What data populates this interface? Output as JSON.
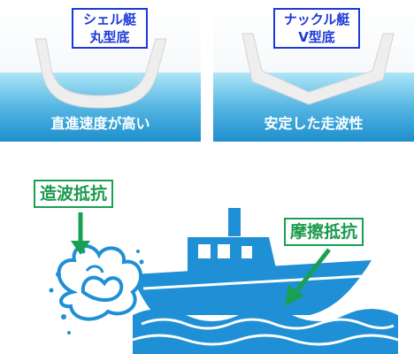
{
  "left_panel": {
    "hull_name": "シェル艇",
    "hull_type": "丸型底",
    "caption": "直進速度が高い",
    "colors": {
      "water_top": "#9fe0f4",
      "water_bottom": "#1e90cd",
      "hull": "#eeeeee"
    }
  },
  "right_panel": {
    "hull_name": "ナックル艇",
    "hull_type": "V型底",
    "caption": "安定した走波性",
    "colors": {
      "water_top": "#9fe0f4",
      "water_bottom": "#1e90cd",
      "hull": "#eeeeee"
    }
  },
  "resistance": {
    "wave_label": "造波抵抗",
    "friction_label": "摩擦抵抗",
    "label_color": "#1aa052"
  },
  "boat": {
    "color": "#1f8fd6",
    "wave_color": "#1f8fd6"
  }
}
